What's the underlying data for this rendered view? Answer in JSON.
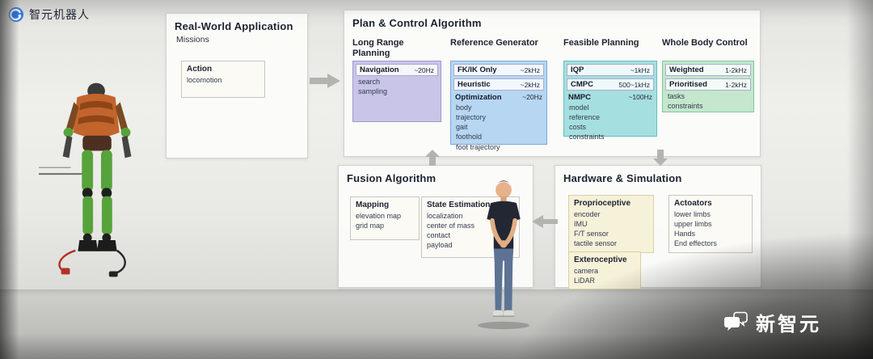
{
  "brand": {
    "name": "智元机器人"
  },
  "watermark": {
    "text": "新智元"
  },
  "panels": {
    "real_world": {
      "title": "Real-World Application",
      "subtitle": "Missions",
      "action": {
        "title": "Action",
        "items": [
          "locomotion"
        ]
      }
    },
    "plan_control": {
      "title": "Plan & Control Algorithm",
      "columns": [
        {
          "label": "Long Range Planning",
          "blocks": [
            {
              "name": "Navigation",
              "rate": "~20Hz",
              "items": [
                "search",
                "sampling"
              ]
            }
          ]
        },
        {
          "label": "Reference Generator",
          "blocks": [
            {
              "name": "FK/IK Only",
              "rate": "~2kHz",
              "items": []
            },
            {
              "name": "Heuristic",
              "rate": "~2kHz",
              "items": []
            },
            {
              "name": "Optimization",
              "rate": "~20Hz",
              "items": [
                "body",
                "trajectory",
                "gait",
                "foothold",
                "foot trajectory"
              ]
            }
          ]
        },
        {
          "label": "Feasible Planning",
          "blocks": [
            {
              "name": "IQP",
              "rate": "~1kHz",
              "items": []
            },
            {
              "name": "CMPC",
              "rate": "500~1kHz",
              "items": []
            },
            {
              "name": "NMPC",
              "rate": "~100Hz",
              "items": [
                "model",
                "reference",
                "costs",
                "constraints"
              ]
            }
          ]
        },
        {
          "label": "Whole Body Control",
          "blocks": [
            {
              "name": "Weighted",
              "rate": "1-2kHz",
              "items": []
            },
            {
              "name": "Prioritised",
              "rate": "1-2kHz",
              "items": [
                "tasks",
                "constraints"
              ]
            }
          ]
        }
      ]
    },
    "fusion": {
      "title": "Fusion Algorithm",
      "boxes": [
        {
          "name": "Mapping",
          "items": [
            "elevation map",
            "grid map"
          ]
        },
        {
          "name": "State Estimation",
          "items": [
            "localization",
            "center of mass",
            "contact",
            "payload"
          ]
        }
      ]
    },
    "hardware": {
      "title": "Hardware & Simulation",
      "boxes": [
        {
          "name": "Proprioceptive",
          "items": [
            "encoder",
            "IMU",
            "F/T sensor",
            "tactile sensor"
          ]
        },
        {
          "name": "Actoators",
          "items": [
            "lower limbs",
            "upper limbs",
            "Hands",
            "End effectors"
          ]
        },
        {
          "name": "Exteroceptive",
          "items": [
            "camera",
            "LiDAR"
          ]
        }
      ]
    }
  },
  "colors": {
    "purple": "#c8c5e9",
    "purple_border": "#9e9ad2",
    "blue": "#b7d6f2",
    "blue_border": "#7aa9dc",
    "teal": "#a6dfdf",
    "teal_border": "#63bfbf",
    "green": "#c4e7ce",
    "green_border": "#86c79a",
    "yellow": "#f6f1d9",
    "yellow_border": "#d9d0a6",
    "arrow": "#b3b4b0",
    "logo_blue": "#2f7bea"
  }
}
